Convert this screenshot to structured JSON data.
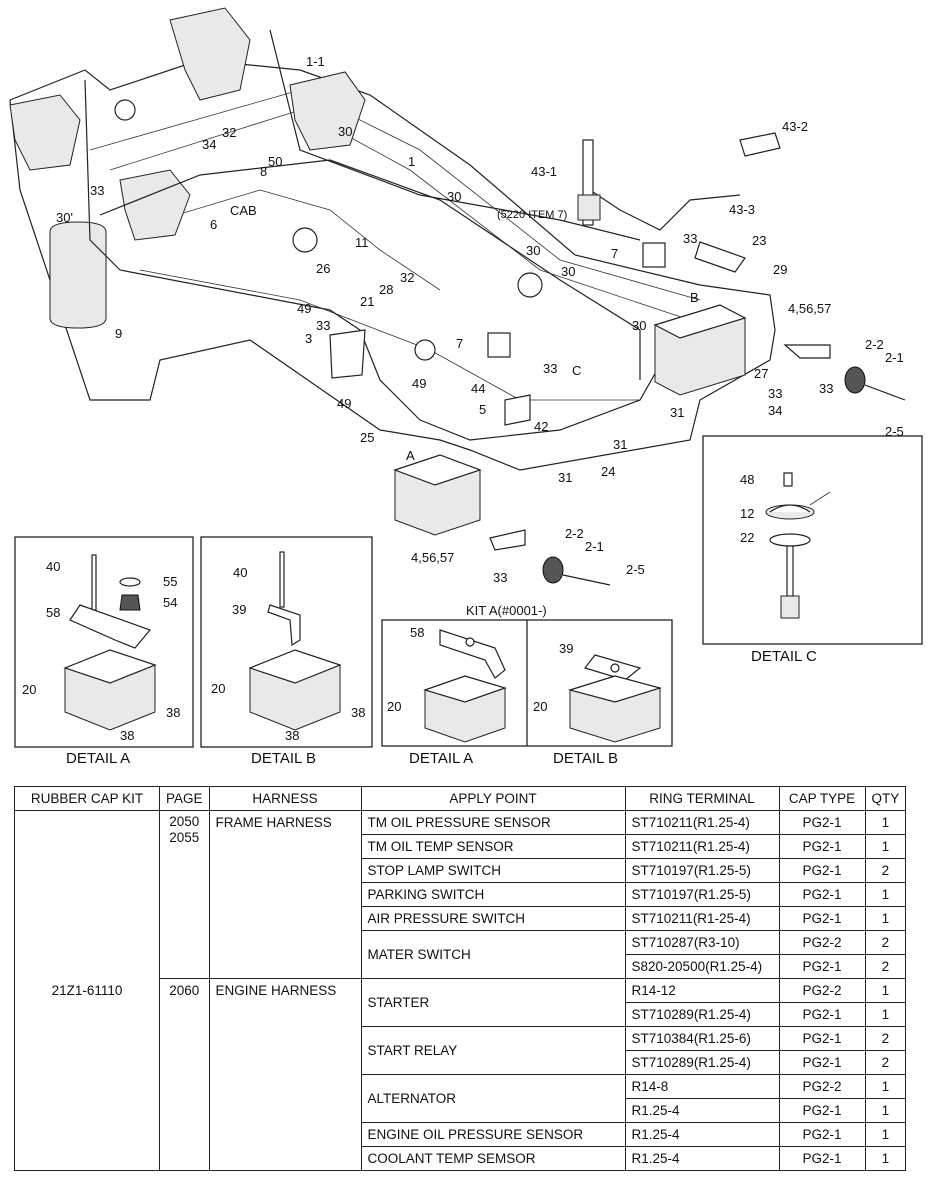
{
  "diagram": {
    "labels": {
      "l1_1": "1-1",
      "l1": "1",
      "l30a": "30",
      "l30b": "30",
      "l30c": "30",
      "l30d": "30",
      "l30e": "30",
      "l30f": "30'",
      "l32a": "32",
      "l34a": "34",
      "l8": "8",
      "l50": "50",
      "l33a": "33",
      "l6": "6",
      "cab": "CAB",
      "l11": "11",
      "l26": "26",
      "l32b": "32",
      "l28": "28",
      "l21": "21",
      "l49a": "49",
      "l33b": "33",
      "l3": "3",
      "l9": "9",
      "l7a": "7",
      "l7b": "7",
      "l43_1": "43-1",
      "l43_2": "43-2",
      "l43_3": "43-3",
      "item7": "(5220 ITEM 7)",
      "l33c": "33",
      "l23": "23",
      "l29": "29",
      "lB": "B",
      "l4_56_57a": "4,56,57",
      "l2_2a": "2-2",
      "l2_1a": "2-1",
      "l33d": "33",
      "l2_5a": "2-5",
      "l27": "27",
      "l33e": "33",
      "l34b": "34",
      "l31a": "31",
      "l31b": "31",
      "l31c": "31",
      "l24": "24",
      "l49b": "49",
      "l49c": "49",
      "l25": "25",
      "l44": "44",
      "l5": "5",
      "l42": "42",
      "l33f": "33",
      "lC": "C",
      "lA": "A",
      "l4_56_57b": "4,56,57",
      "l2_2b": "2-2",
      "l2_1b": "2-1",
      "l33g": "33",
      "l2_5b": "2-5",
      "l48": "48",
      "l12": "12",
      "l22": "22"
    },
    "detail_a1": {
      "title": "DETAIL A",
      "l40": "40",
      "l55": "55",
      "l58": "58",
      "l54": "54",
      "l20": "20",
      "l38a": "38",
      "l38b": "38"
    },
    "detail_b1": {
      "title": "DETAIL B",
      "l40": "40",
      "l39": "39",
      "l20": "20",
      "l38a": "38",
      "l38b": "38"
    },
    "kit_a": {
      "title": "KIT A(#0001-)",
      "l58": "58",
      "l20a": "20",
      "detail_a": "DETAIL A",
      "l39": "39",
      "l20b": "20",
      "detail_b": "DETAIL B"
    },
    "detail_c": {
      "title": "DETAIL C"
    }
  },
  "table": {
    "headers": [
      "RUBBER CAP KIT",
      "PAGE",
      "HARNESS",
      "APPLY POINT",
      "RING TERMINAL",
      "CAP TYPE",
      "QTY"
    ],
    "kit": "21Z1-61110",
    "frame": {
      "page1": "2050",
      "page2": "2055",
      "harness": "FRAME HARNESS",
      "rows": [
        {
          "point": "TM OIL PRESSURE SENSOR",
          "terminal": "ST710211(R1.25-4)",
          "cap": "PG2-1",
          "qty": "1"
        },
        {
          "point": "TM OIL TEMP SENSOR",
          "terminal": "ST710211(R1.25-4)",
          "cap": "PG2-1",
          "qty": "1"
        },
        {
          "point": "STOP LAMP SWITCH",
          "terminal": "ST710197(R1.25-5)",
          "cap": "PG2-1",
          "qty": "2"
        },
        {
          "point": "PARKING SWITCH",
          "terminal": "ST710197(R1.25-5)",
          "cap": "PG2-1",
          "qty": "1"
        },
        {
          "point": "AIR PRESSURE SWITCH",
          "terminal": "ST710211(R1-25-4)",
          "cap": "PG2-1",
          "qty": "1"
        }
      ],
      "mater": {
        "point": "MATER SWITCH",
        "rows": [
          {
            "terminal": "ST710287(R3-10)",
            "cap": "PG2-2",
            "qty": "2"
          },
          {
            "terminal": "S820-20500(R1.25-4)",
            "cap": "PG2-1",
            "qty": "2"
          }
        ]
      }
    },
    "engine": {
      "page": "2060",
      "harness": "ENGINE HARNESS",
      "starter": {
        "point": "STARTER",
        "rows": [
          {
            "terminal": "R14-12",
            "cap": "PG2-2",
            "qty": "1"
          },
          {
            "terminal": "ST710289(R1.25-4)",
            "cap": "PG2-1",
            "qty": "1"
          }
        ]
      },
      "relay": {
        "point": "START RELAY",
        "rows": [
          {
            "terminal": "ST710384(R1.25-6)",
            "cap": "PG2-1",
            "qty": "2"
          },
          {
            "terminal": "ST710289(R1.25-4)",
            "cap": "PG2-1",
            "qty": "2"
          }
        ]
      },
      "alt": {
        "point": "ALTERNATOR",
        "rows": [
          {
            "terminal": "R14-8",
            "cap": "PG2-2",
            "qty": "1"
          },
          {
            "terminal": "R1.25-4",
            "cap": "PG2-1",
            "qty": "1"
          }
        ]
      },
      "oil": {
        "point": "ENGINE OIL PRESSURE SENSOR",
        "terminal": "R1.25-4",
        "cap": "PG2-1",
        "qty": "1"
      },
      "coolant": {
        "point": "COOLANT TEMP SEMSOR",
        "terminal": "R1.25-4",
        "cap": "PG2-1",
        "qty": "1"
      }
    }
  }
}
